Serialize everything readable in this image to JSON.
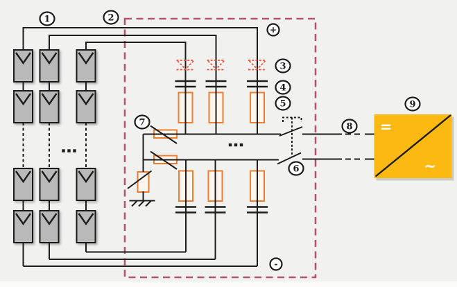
{
  "colors": {
    "bg": "#f1f1ef",
    "line": "#1c1c1c",
    "module_fill": "#b9b9b9",
    "component_stroke": "#ED7D31",
    "component_fill": "#fdf6ee",
    "diode": "#ef4e35",
    "boundary": "#b5546e",
    "inverter_fill": "#FBB911",
    "inverter_text": "#ffffff",
    "callout_fill": "#ffffff"
  },
  "callouts": [
    {
      "label": "1"
    },
    {
      "label": "2"
    },
    {
      "label": "3"
    },
    {
      "label": "4"
    },
    {
      "label": "5"
    },
    {
      "label": "6"
    },
    {
      "label": "7"
    },
    {
      "label": "8"
    },
    {
      "label": "9"
    }
  ],
  "polarity": {
    "positive": "+",
    "negative": "-"
  },
  "inverter": {
    "dc_side_symbol": "=",
    "ac_side_symbol": "~"
  },
  "icons": [
    "pv-module-icon",
    "blocking-diode-icon",
    "capacitor-icon",
    "fuse-icon",
    "surge-protector-icon",
    "ground-icon",
    "disconnect-switch-icon",
    "inverter-icon",
    "ellipsis-dots-icon"
  ]
}
